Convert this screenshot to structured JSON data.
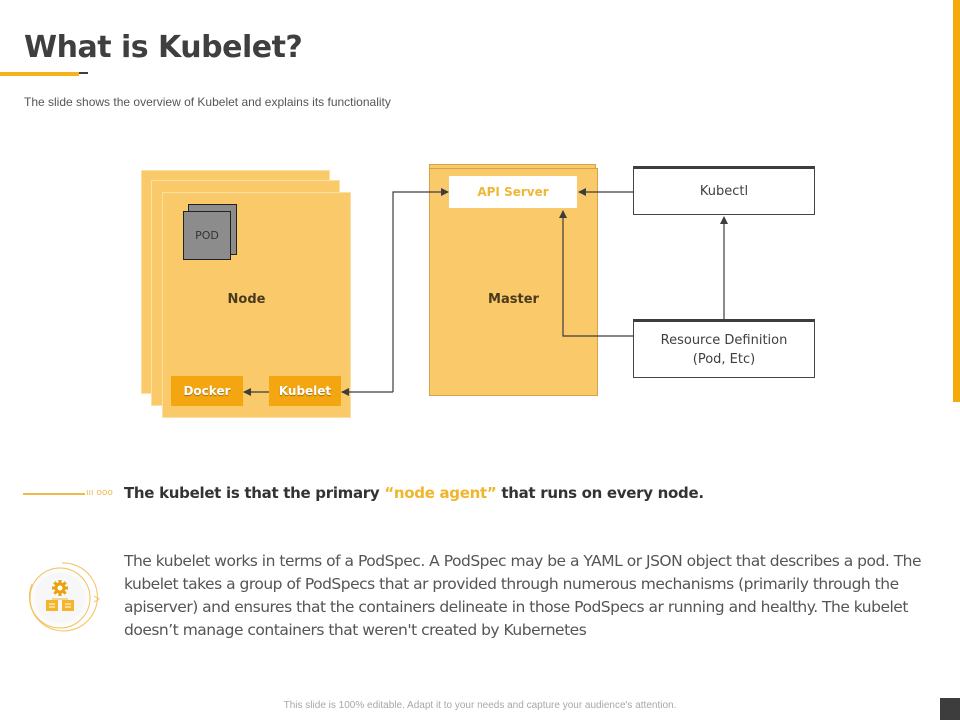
{
  "slide": {
    "title": "What is Kubelet?",
    "subtitle": "The slide shows the overview  of Kubelet and explains its functionality",
    "colors": {
      "accent": "#f5a90a",
      "node_fill": "#f9c96a",
      "chip_fill": "#f4a611",
      "pod_fill": "#8c8c8c",
      "dark": "#3d3d3d"
    }
  },
  "diagram": {
    "node": {
      "label": "Node",
      "pod_label": "POD",
      "docker_label": "Docker",
      "kubelet_label": "Kubelet"
    },
    "master": {
      "label": "Master",
      "api_server_label": "API Server"
    },
    "kubectl_label": "Kubectl",
    "resource_definition": {
      "line1": "Resource Definition",
      "line2": "(Pod, Etc)"
    },
    "connections": [
      {
        "from": "Kubelet",
        "to": "Docker"
      },
      {
        "from": "API Server",
        "to": "Kubelet",
        "bidirectional": true
      },
      {
        "from": "Kubectl",
        "to": "API Server"
      },
      {
        "from": "Resource Definition",
        "to": "Kubectl"
      },
      {
        "from": "Resource Definition",
        "to": "API Server"
      }
    ]
  },
  "statement": {
    "prefix": "The kubelet is that the primary ",
    "highlight": "“node agent”",
    "suffix": " that runs on every node.",
    "decor_dots": "ııı ooo"
  },
  "description": {
    "icon": "gear-hierarchy-icon",
    "text": "The kubelet works in terms of a PodSpec. A PodSpec may be a YAML or JSON object that describes a pod. The kubelet takes a group of PodSpecs that ar provided through numerous mechanisms (primarily through the apiserver) and ensures that the containers delineate in those PodSpecs ar running and healthy. The kubelet doesn’t manage containers that weren't created by Kubernetes"
  },
  "footer": {
    "text": "This slide is 100% editable. Adapt it to your needs and capture your audience's attention."
  }
}
